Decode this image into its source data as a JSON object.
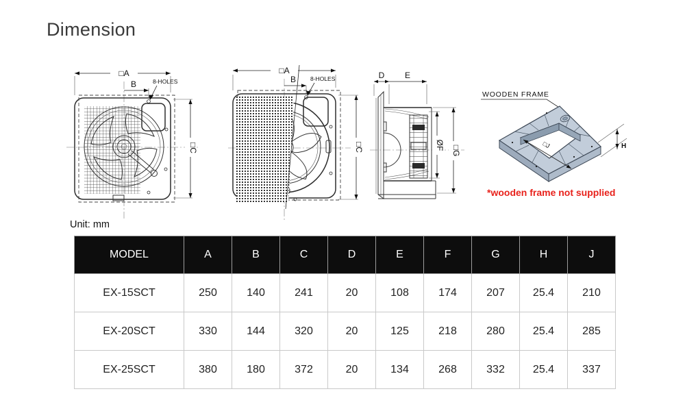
{
  "page": {
    "title": "Dimension"
  },
  "drawings": {
    "front": {
      "dim_a": "□A",
      "dim_b": "B",
      "holes": "8-HOLES",
      "dim_c": "□C"
    },
    "side": {
      "dim_d": "D",
      "dim_e": "E",
      "dim_f": "ØF",
      "dim_g": "□G"
    },
    "frame": {
      "label": "WOODEN FRAME",
      "dim_h": "H",
      "dim_j": "□J",
      "note": "*wooden frame not supplied",
      "note_color": "#e8221c",
      "frame_fill": "#c2cdda"
    }
  },
  "table": {
    "unit_label": "Unit: mm",
    "columns": [
      "MODEL",
      "A",
      "B",
      "C",
      "D",
      "E",
      "F",
      "G",
      "H",
      "J"
    ],
    "rows": [
      [
        "EX-15SCT",
        "250",
        "140",
        "241",
        "20",
        "108",
        "174",
        "207",
        "25.4",
        "210"
      ],
      [
        "EX-20SCT",
        "330",
        "144",
        "320",
        "20",
        "125",
        "218",
        "280",
        "25.4",
        "285"
      ],
      [
        "EX-25SCT",
        "380",
        "180",
        "372",
        "20",
        "134",
        "268",
        "332",
        "25.4",
        "337"
      ]
    ]
  }
}
